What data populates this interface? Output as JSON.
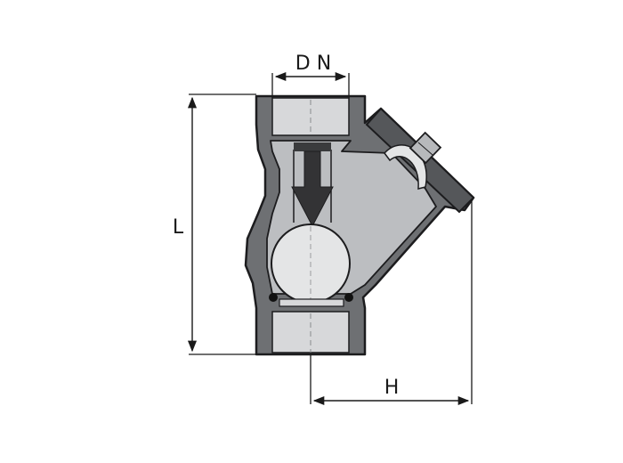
{
  "diagram": {
    "labels": {
      "nominal_diameter": "D N",
      "length": "L",
      "height": "H"
    },
    "colors": {
      "body": "#6e7073",
      "body_outline": "#1c1c1e",
      "interior": "#bcbec1",
      "bore": "#d7d8da",
      "ball": "#e4e5e6",
      "arrow": "#333335",
      "dimension_line": "#1a1a1a"
    },
    "icons": [
      "flow-direction-arrow-icon"
    ]
  }
}
